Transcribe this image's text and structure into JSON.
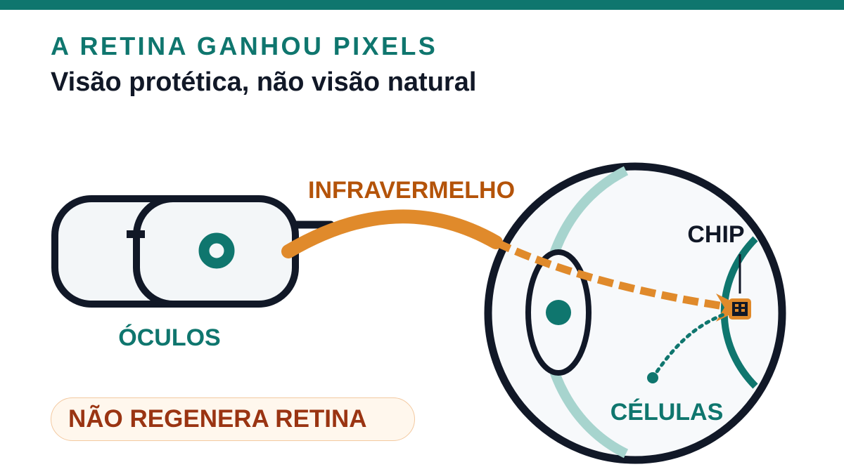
{
  "header": {
    "kicker": "A RETINA GANHOU PIXELS",
    "title": "Visão protética, não visão natural"
  },
  "labels": {
    "glasses": "ÓCULOS",
    "infrared": "INFRAVERMELHO",
    "chip": "CHIP",
    "cells": "CÉLULAS"
  },
  "badge": {
    "text": "NÃO REGENERA RETINA"
  },
  "colors": {
    "brand_teal": "#0f766e",
    "infrared_orange": "#e08a2b",
    "outline_dark": "#111827",
    "retina_light": "#a7d4ce",
    "warning_text": "#9a3412"
  }
}
